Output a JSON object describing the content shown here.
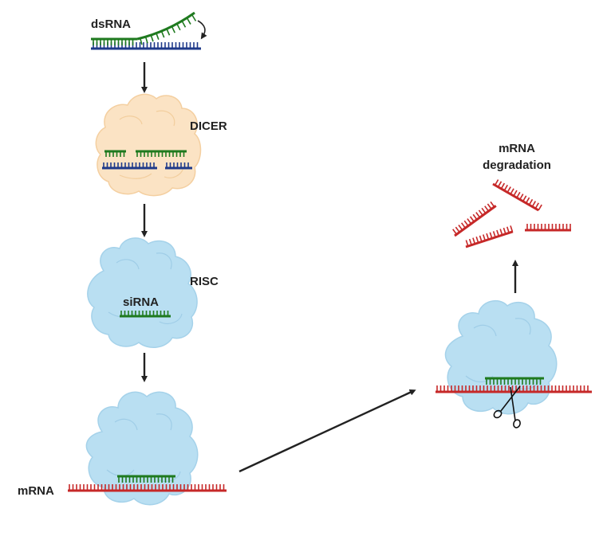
{
  "labels": {
    "dsrna": "dsRNA",
    "dicer": "DICER",
    "risc": "RISC",
    "sirna": "siRNA",
    "mrna": "mRNA",
    "degradation_line1": "mRNA",
    "degradation_line2": "degradation"
  },
  "colors": {
    "sense_strand": "#1f7a1f",
    "antisense_strand": "#1f3a8a",
    "mrna_strand": "#c62828",
    "dicer_fill": "#fbe3c4",
    "risc_fill": "#b9dff2",
    "arrow": "#222222"
  },
  "icons": {
    "scissors": "scissors-icon",
    "curl_arrow": "curved-arrow-icon"
  }
}
